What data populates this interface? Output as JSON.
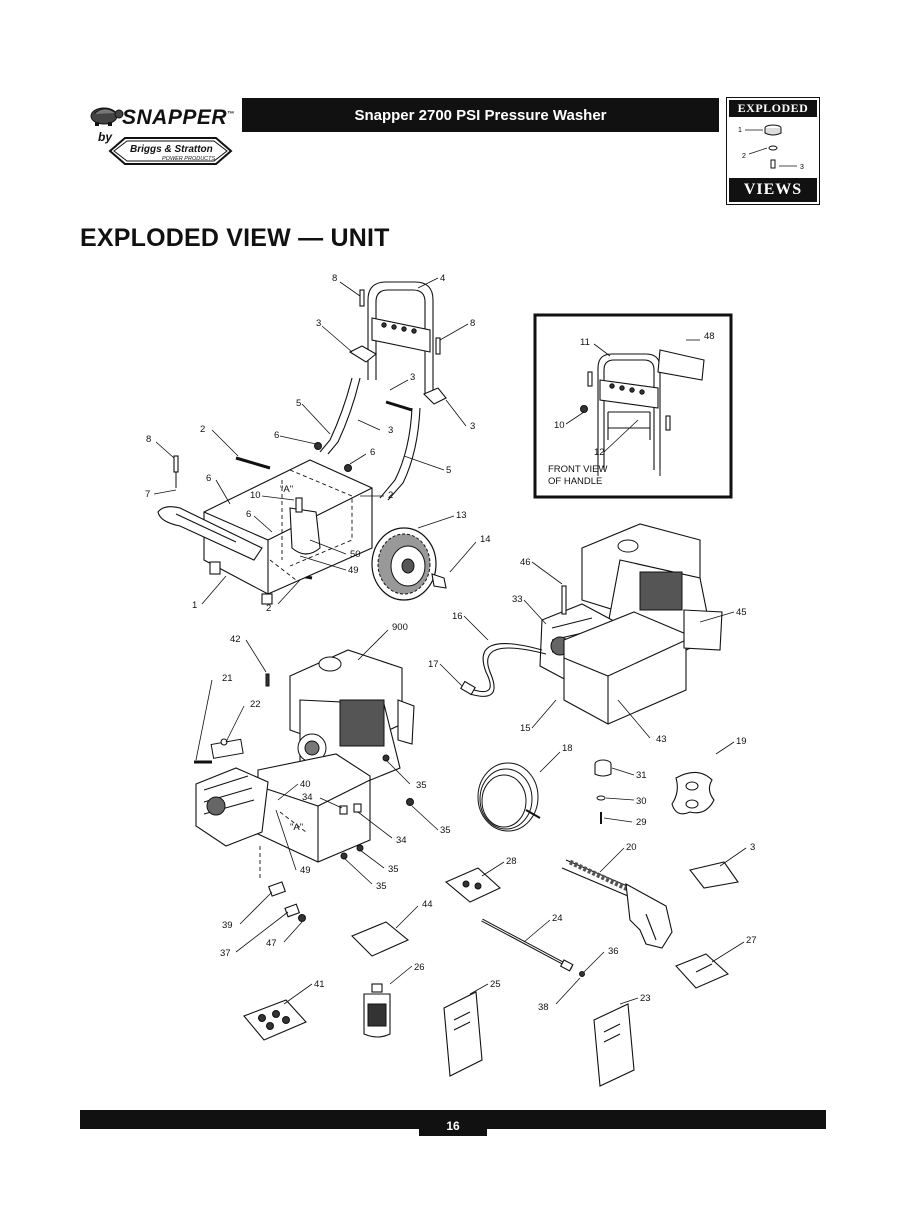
{
  "header": {
    "brand": "SNAPPER",
    "brand_tm": "™",
    "by": "by",
    "sub_brand": "Briggs & Stratton",
    "sub_brand_tagline": "POWER PRODUCTS",
    "title": "Snapper 2700 PSI Pressure Washer"
  },
  "badge": {
    "top": "EXPLODED",
    "bottom": "VIEWS",
    "callouts": [
      "1",
      "2",
      "3"
    ]
  },
  "heading": "EXPLODED VIEW — UNIT",
  "inset": {
    "caption_line1": "FRONT VIEW",
    "caption_line2": "OF HANDLE"
  },
  "callouts": {
    "c_8a": "8",
    "c_4": "4",
    "c_3a": "3",
    "c_8b": "8",
    "c_3b": "3",
    "c_5a": "5",
    "c_3c": "3",
    "c_3d": "3",
    "c_2a": "2",
    "c_6a": "6",
    "c_6b": "6",
    "c_5b": "5",
    "c_8c": "8",
    "c_7": "7",
    "c_6c": "6",
    "c_10a": "10",
    "c_a1": "\"A\"",
    "c_2b": "2",
    "c_13": "13",
    "c_6d": "6",
    "c_50": "50",
    "c_49a": "49",
    "c_14": "14",
    "c_1": "1",
    "c_2c": "2",
    "c_11": "11",
    "c_48": "48",
    "c_10b": "10",
    "c_12": "12",
    "c_46": "46",
    "c_33": "33",
    "c_45": "45",
    "c_16": "16",
    "c_17": "17",
    "c_15": "15",
    "c_43": "43",
    "c_42": "42",
    "c_900": "900",
    "c_21": "21",
    "c_22": "22",
    "c_40": "40",
    "c_34a": "34",
    "c_35a": "35",
    "c_a2": "\"A\"",
    "c_35b": "35",
    "c_34b": "34",
    "c_49b": "49",
    "c_35c": "35",
    "c_35d": "35",
    "c_18": "18",
    "c_31": "31",
    "c_19": "19",
    "c_30": "30",
    "c_29": "29",
    "c_28": "28",
    "c_20": "20",
    "c_3e": "3",
    "c_39": "39",
    "c_44": "44",
    "c_24": "24",
    "c_37": "37",
    "c_47": "47",
    "c_36": "36",
    "c_27": "27",
    "c_26": "26",
    "c_41": "41",
    "c_25": "25",
    "c_38": "38",
    "c_23": "23"
  },
  "footer": {
    "page": "16"
  }
}
